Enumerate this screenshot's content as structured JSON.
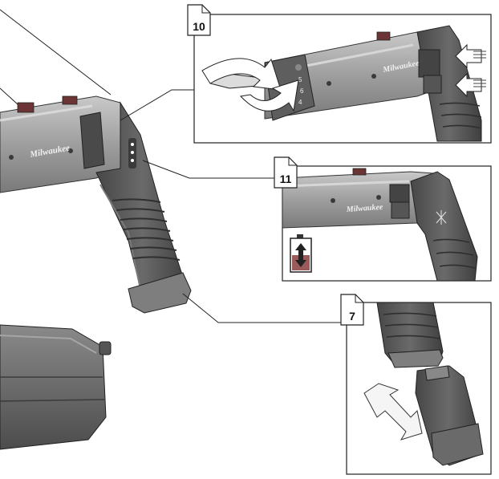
{
  "figures": [
    {
      "number": "10"
    },
    {
      "number": "11"
    },
    {
      "number": "7"
    }
  ],
  "tool": {
    "brand_text": "Milwaukee",
    "chuck_markings": [
      "5",
      "6",
      "4"
    ]
  },
  "colors": {
    "tool_body": "#a7a7a7",
    "grip_dark": "#5b5b5b",
    "accent_red": "#8a3a3a",
    "battery_fill": "#9a5a5a"
  }
}
